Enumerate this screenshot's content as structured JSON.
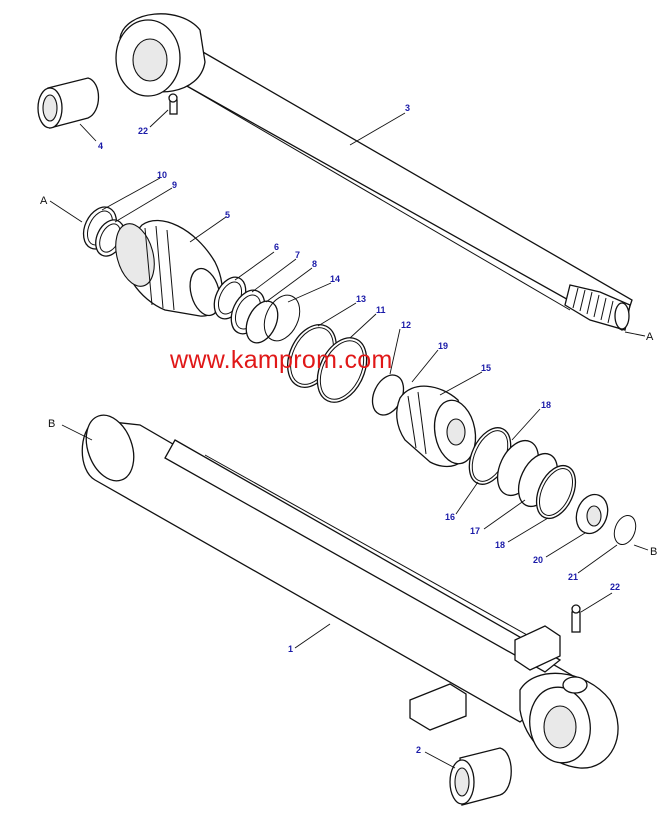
{
  "watermark": "www.kamprom.com",
  "callouts": {
    "c1": "1",
    "c2": "2",
    "c3": "3",
    "c4": "4",
    "c5": "5",
    "c6": "6",
    "c7": "7",
    "c8": "8",
    "c9": "9",
    "c10": "10",
    "c11": "11",
    "c12": "12",
    "c13": "13",
    "c14": "14",
    "c15": "15",
    "c16": "16",
    "c17": "17",
    "c18a": "18",
    "c18b": "18",
    "c19": "19",
    "c20": "20",
    "c21": "21",
    "c22a": "22",
    "c22b": "22"
  },
  "refs": {
    "a_left": "A",
    "a_right": "A",
    "b_left": "B",
    "b_right": "B"
  }
}
